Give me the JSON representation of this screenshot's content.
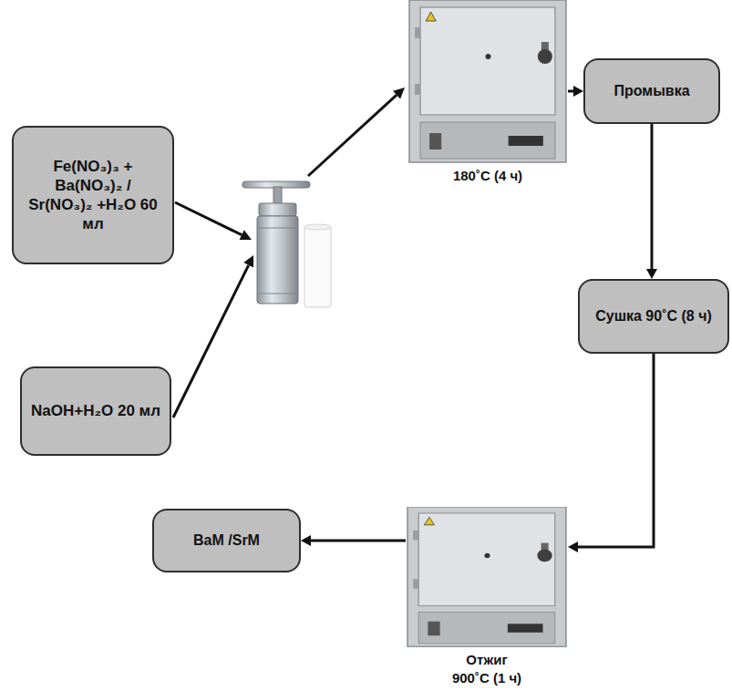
{
  "diagram": {
    "nodes": [
      {
        "text": [
          "Fe(NO₃)₃ + Ba(NO₃)₂ / Sr(NO₃)₂ +H₂O 60 мл"
        ]
      },
      {
        "text": [
          "NaOH+H₂O 20 мл"
        ]
      },
      {
        "text": [
          "180˚C (4 ч)"
        ]
      },
      {
        "text": [
          "Промывка"
        ]
      },
      {
        "text": [
          "Сушка 90˚C (8 ч)"
        ]
      },
      {
        "text": [
          "Отжиг 900˚C (1 ч)"
        ]
      },
      {
        "text": [
          "BaM /SrM"
        ]
      }
    ],
    "edges": [
      {
        "from": 2,
        "to": 3,
        "arrow": "to"
      },
      {
        "from": 3,
        "to": 4,
        "arrow": "to"
      },
      {
        "from": 4,
        "to": 5,
        "arrow": "to"
      },
      {
        "from": 5,
        "to": 6,
        "arrow": "to"
      }
    ]
  }
}
